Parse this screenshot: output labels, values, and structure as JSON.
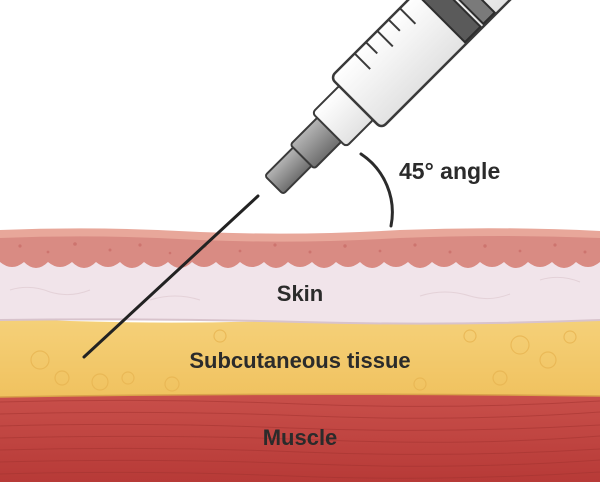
{
  "labels": {
    "angle": "45° angle",
    "skin": "Skin",
    "subcutaneous": "Subcutaneous tissue",
    "muscle": "Muscle"
  },
  "colors": {
    "skin_surface": "#e8a79a",
    "dermis": "#d47f78",
    "epidermis": "#f1e4ea",
    "fat": "#f2c86a",
    "fat_light": "#f8dc92",
    "muscle": "#c0413d",
    "muscle_dark": "#a8312f",
    "syringe_body": "#f4f4f4",
    "syringe_outline": "#3a3a3a",
    "hub": "#8c8c8c",
    "needle": "#222222"
  },
  "icons": {
    "syringe": "syringe-icon",
    "needle": "needle-icon"
  }
}
